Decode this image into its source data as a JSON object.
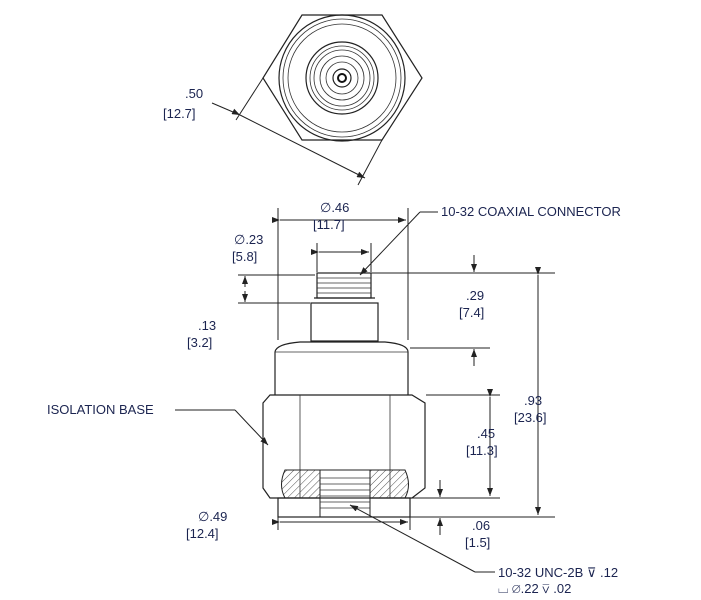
{
  "top_view": {
    "width_in": ".50",
    "width_mm": "[12.7]"
  },
  "side_view": {
    "connector_dia_in": "∅.46",
    "connector_dia_mm": "[11.7]",
    "thread_dia_in": "∅.23",
    "thread_dia_mm": "[5.8]",
    "connector_label": "10-32 COAXIAL CONNECTOR",
    "neck_len_in": ".13",
    "neck_len_mm": "[3.2]",
    "connector_height_in": ".29",
    "connector_height_mm": "[7.4]",
    "total_height_in": ".93",
    "total_height_mm": "[23.6]",
    "hex_height_in": ".45",
    "hex_height_mm": "[11.3]",
    "base_height_in": ".06",
    "base_height_mm": "[1.5]",
    "base_dia_in": "∅.49",
    "base_dia_mm": "[12.4]",
    "isolation_label": "ISOLATION BASE",
    "thread_spec_line1": "10-32 UNC-2B ⊽ .12",
    "thread_spec_line2": "⌴ ∅.22 ⊽ .02"
  }
}
